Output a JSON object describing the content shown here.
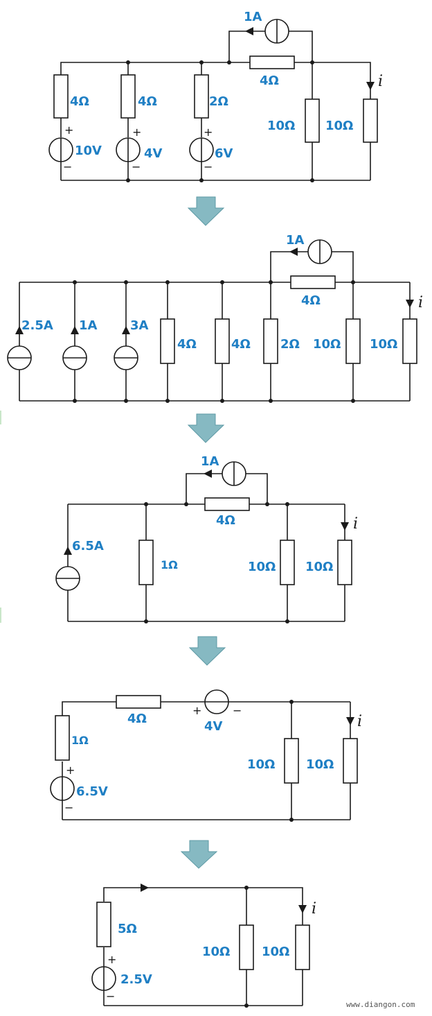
{
  "circuit1": {
    "r_src1": "4Ω",
    "r_src2": "4Ω",
    "r_src3": "2Ω",
    "v1": "10V",
    "v2": "4V",
    "v3": "6V",
    "i_src": "1A",
    "r_bridge": "4Ω",
    "r_load1": "10Ω",
    "r_load2": "10Ω",
    "current": "i",
    "plus": "+",
    "minus": "−"
  },
  "circuit2": {
    "i1": "2.5A",
    "i2": "1A",
    "i3": "3A",
    "r1": "4Ω",
    "r2": "4Ω",
    "r3": "2Ω",
    "r4": "10Ω",
    "r5": "10Ω",
    "i_src": "1A",
    "r_bridge": "4Ω",
    "current": "i"
  },
  "circuit3": {
    "i1": "6.5A",
    "r1": "1Ω",
    "i_src": "1A",
    "r_bridge": "4Ω",
    "r_load1": "10Ω",
    "r_load2": "10Ω",
    "current": "i"
  },
  "circuit4": {
    "r1": "1Ω",
    "v1": "6.5V",
    "r_series": "4Ω",
    "v_series": "4V",
    "r_load1": "10Ω",
    "r_load2": "10Ω",
    "current": "i",
    "plus": "+",
    "minus": "−"
  },
  "circuit5": {
    "r1": "5Ω",
    "v1": "2.5V",
    "r_load1": "10Ω",
    "r_load2": "10Ω",
    "current": "i",
    "plus": "+",
    "minus": "−"
  },
  "watermark": "www.diangon.com"
}
